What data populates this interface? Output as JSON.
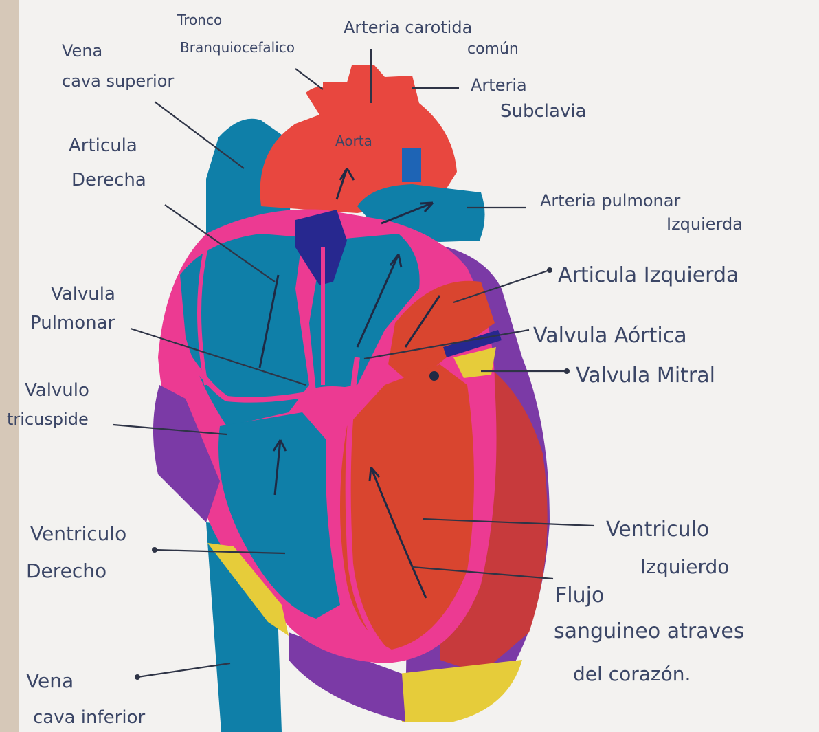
{
  "labels": {
    "tronco": [
      "Tronco",
      "Branquiocefalico"
    ],
    "carotida": [
      "Arteria carotida",
      "común"
    ],
    "vena_cava_sup": [
      "Vena",
      "cava superior"
    ],
    "subclavia": [
      "Arteria",
      "Subclavia"
    ],
    "aorta": "Aorta",
    "auricula_der": [
      "Articula",
      "Derecha"
    ],
    "pulmonar_izq": [
      "Arteria pulmonar",
      "Izquierda"
    ],
    "auricula_izq": "Articula Izquierda",
    "valvula_pulmonar": [
      "Valvula",
      "Pulmonar"
    ],
    "valvula_aortica": "Valvula Aórtica",
    "valvula_mitral": "Valvula Mitral",
    "valvula_tricuspide": [
      "Valvulo",
      "tricuspide"
    ],
    "ventriculo_der": [
      "Ventriculo",
      "Derecho"
    ],
    "ventriculo_izq": [
      "Ventriculo",
      "Izquierdo"
    ],
    "flujo": [
      "Flujo",
      "sanguineo atraves",
      "del corazón."
    ],
    "vena_cava_inf": [
      "Vena",
      "cava inferior"
    ]
  },
  "colors": {
    "paper": "#f3f2f0",
    "oxygen_rich": "#e8473f",
    "oxygen_poor": "#0f7fa8",
    "dark_blue": "#27288f",
    "pink": "#ec3a92",
    "purple": "#7b3aa6",
    "yellow": "#e6cc3a",
    "muscle_red": "#c73a3c",
    "ink": "#3b4666"
  }
}
